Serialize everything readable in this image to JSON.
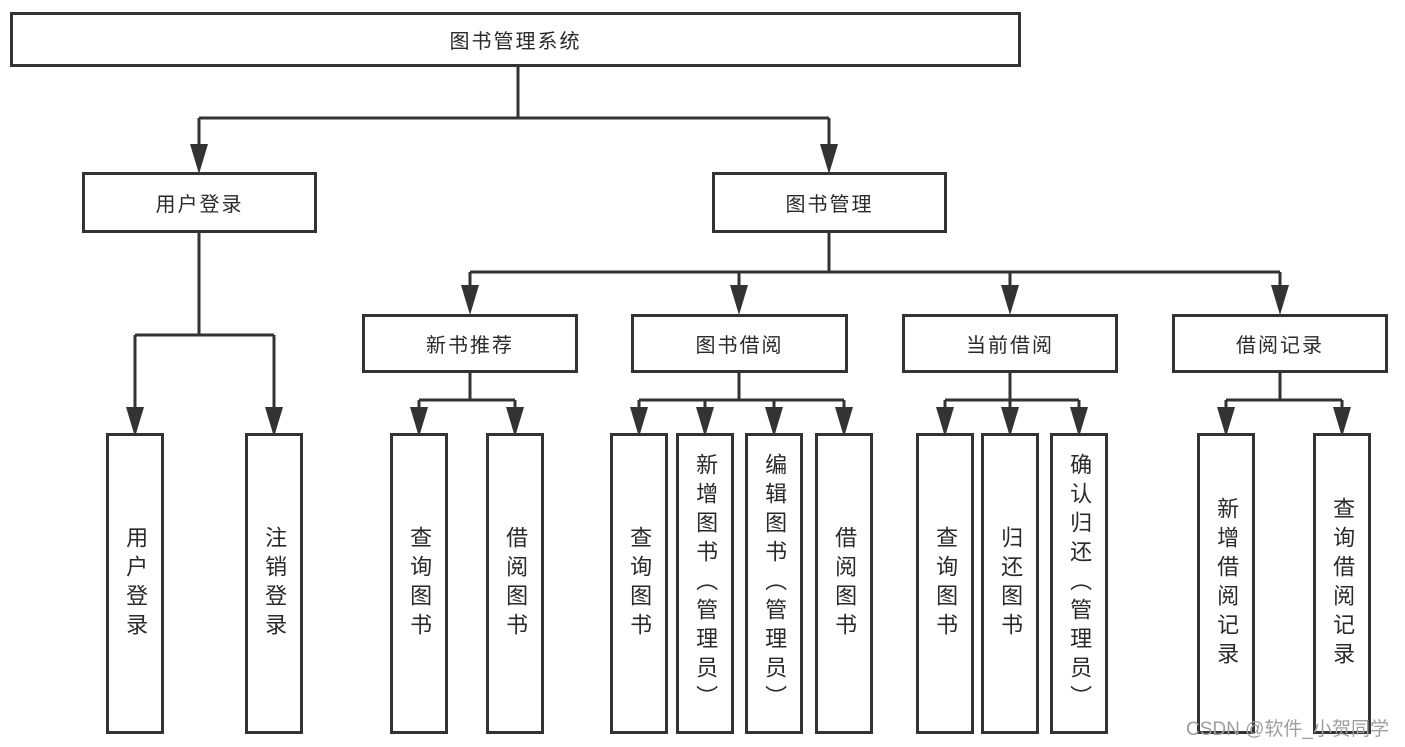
{
  "tree": {
    "root": "图书管理系统",
    "login_branch": {
      "label": "用户登录",
      "leaves": [
        "用户登录",
        "注销登录"
      ]
    },
    "mgmt_branch": {
      "label": "图书管理",
      "sections": [
        {
          "label": "新书推荐",
          "leaves": [
            "查询图书",
            "借阅图书"
          ]
        },
        {
          "label": "图书借阅",
          "leaves": [
            "查询图书",
            "新增图书（管理员）",
            "编辑图书（管理员）",
            "借阅图书"
          ]
        },
        {
          "label": "当前借阅",
          "leaves": [
            "查询图书",
            "归还图书",
            "确认归还（管理员）"
          ]
        },
        {
          "label": "借阅记录",
          "leaves": [
            "新增借阅记录",
            "查询借阅记录"
          ]
        }
      ]
    }
  },
  "watermark": {
    "text": "CSDN @软件_小贺同学"
  },
  "colors": {
    "line": "#333333",
    "box_border": "#333333",
    "text": "#2a2a2a",
    "watermark": "#9e9e9e",
    "background": "#ffffff"
  }
}
